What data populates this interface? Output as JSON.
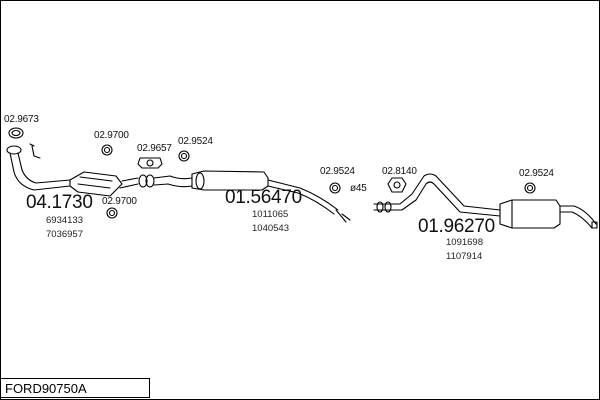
{
  "set_code": "FORD90750A",
  "parts": {
    "front_pipe": {
      "number": "04.1730",
      "oe": [
        "6934133",
        "7036957"
      ]
    },
    "middle_silencer": {
      "number": "01.56470",
      "oe": [
        "1011065",
        "1040543"
      ]
    },
    "rear_silencer": {
      "number": "01.96270",
      "oe": [
        "1091698",
        "1107914"
      ]
    }
  },
  "accessories": {
    "gasket_ring": "02.9673",
    "clamp_front_top": "02.9700",
    "clamp_front_bottom": "02.9700",
    "gasket_flange": "02.9657",
    "clamp_middle": "02.9524",
    "clamp_rear_front": "02.9524",
    "hanger": "02.8140",
    "clamp_tail": "02.9524"
  },
  "diameter_label": "ø45",
  "colors": {
    "line": "#000000",
    "background": "#ffffff"
  }
}
